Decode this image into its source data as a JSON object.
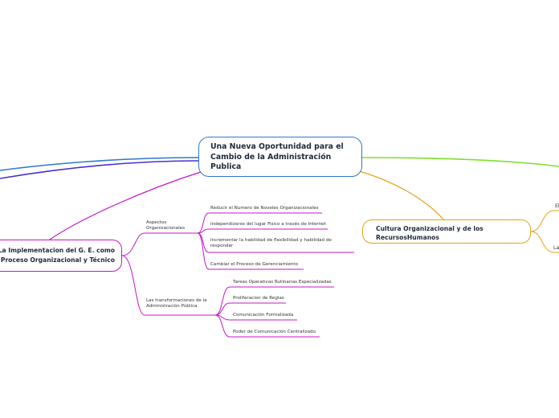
{
  "central_topic": "Una Nueva Oportunidad para el Cambio de la Administración Publica",
  "branches": {
    "left": {
      "title": "La Implementacion del G. E. como Proceso Organizacional y Técnico",
      "color": "#c018c8",
      "groups": [
        {
          "label": "Aspectos Organizacionales",
          "items": [
            "Reducir el Numero de Noveles Organizacionales",
            "Independizarse del lugar Fisico a través de Internet",
            "Incrementar la habilidad de flexibilidad y habilidad de responder",
            "Cambiar el Proceso de Gerenciamiento"
          ]
        },
        {
          "label": "Las transformaciones de la Administración Pública",
          "items": [
            "Tareas Operativas Rutinarias Especializadas",
            "Proliferacion de Reglas",
            "Comunicación Formalizada",
            "Poder de Comunicación Centralizado"
          ]
        }
      ]
    },
    "right": {
      "title": "Cultura Organizacional y de los RecursosHumanos",
      "color": "#e9a117",
      "children_visible": [
        "El",
        "La"
      ]
    },
    "offscreen": [
      {
        "color": "#2f78c8"
      },
      {
        "color": "#4a2fd0"
      },
      {
        "color": "#7fe02a"
      }
    ]
  },
  "colors": {
    "central_border": "#2f78c8",
    "left_branch": "#c018c8",
    "right_branch": "#e9a117",
    "blue_branch": "#2f78c8",
    "indigo_branch": "#4a2fd0",
    "green_branch": "#7fe02a"
  }
}
